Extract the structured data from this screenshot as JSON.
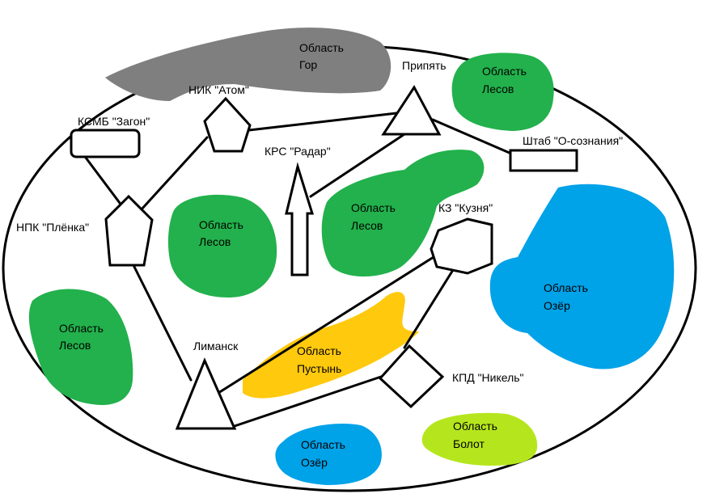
{
  "colors": {
    "forest": "#22b14c",
    "mountain": "#7f7f7f",
    "lake": "#00a2e8",
    "desert": "#ffc90e",
    "swamp": "#b5e61d",
    "outline": "#000000",
    "background": "#ffffff"
  },
  "regions": {
    "mountains": [
      "Область",
      "Гор"
    ],
    "forest_north": [
      "Область",
      "Лесов"
    ],
    "forest_center": [
      "Область",
      "Лесов"
    ],
    "forest_middle": [
      "Область",
      "Лесов"
    ],
    "forest_west": [
      "Область",
      "Лесов"
    ],
    "lake_east": [
      "Область",
      "Озёр"
    ],
    "lake_south": [
      "Область",
      "Озёр"
    ],
    "desert": [
      "Область",
      "Пустынь"
    ],
    "swamp": [
      "Область",
      "Болот"
    ]
  },
  "locations": {
    "pripyat": "Припять",
    "niik_atom": "НИК \"Атом\"",
    "ksmb_zagon": "КСМБ \"Загон\"",
    "krs_radar": "КРС \"Радар\"",
    "shtab": "Штаб \"О-сознания\"",
    "kz_kuznya": "КЗ \"Кузня\"",
    "npk_plenka": "НПК \"Плёнка\"",
    "limansk": "Лиманск",
    "kpd_nikel": "КПД \"Никель\""
  }
}
